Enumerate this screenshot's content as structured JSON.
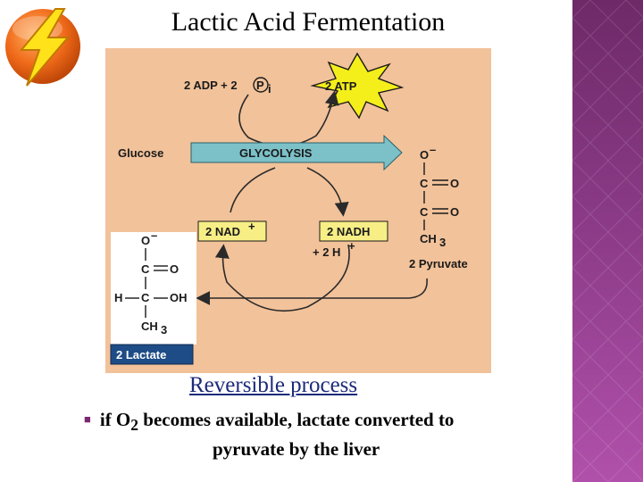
{
  "slide": {
    "title": "Lactic Acid Fermentation",
    "subtitle": "Reversible process",
    "bullet": {
      "line1_before": "if O",
      "line1_sub": "2",
      "line1_after": " becomes available, lactate converted to",
      "line2": "pyruvate by the liver"
    }
  },
  "diagram": {
    "adp_label": "2 ADP + 2",
    "pi_label": "P",
    "pi_sub": "i",
    "atp_label": "2 ATP",
    "glucose_label": "Glucose",
    "glycolysis_label": "GLYCOLYSIS",
    "nad_label": "2 NAD",
    "nad_sup": "+",
    "nadh_label": "2 NADH",
    "h_label": "+ 2 H",
    "h_sup": "+",
    "pyruvate": {
      "o_minus": "O",
      "minus": "–",
      "c1": "C",
      "o1": "O",
      "c2": "C",
      "o2": "O",
      "ch": "CH",
      "ch_sub": "3",
      "name": "2 Pyruvate"
    },
    "lactate": {
      "o_minus": "O",
      "minus": "–",
      "c1": "C",
      "o1": "O",
      "h": "H",
      "c2": "C",
      "oh": "OH",
      "ch": "CH",
      "ch_sub": "3",
      "name": "2 Lactate"
    }
  },
  "colors": {
    "diagram_bg": "#f2c29a",
    "arrow_fill": "#7cc0c8",
    "atp_star": "#f4ee1a",
    "nad_box": "#f7ef86",
    "lactate_label_bg": "#1e4c86",
    "sidebar": "#8a3a86",
    "subtitle": "#1c2a7a"
  },
  "icons": {
    "logo": "lightning-bolt-icon"
  }
}
